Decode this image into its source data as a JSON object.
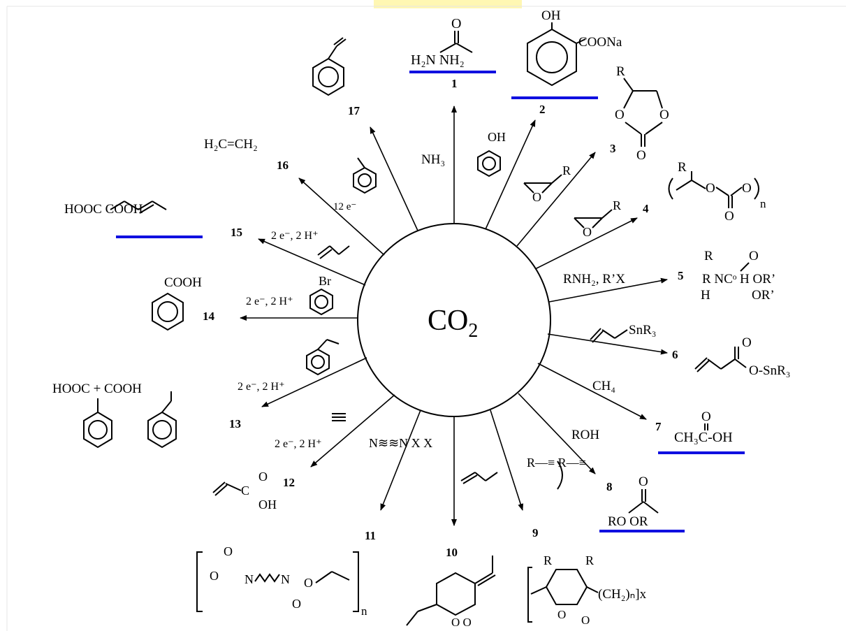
{
  "center": {
    "label": "CO2",
    "main": "CO",
    "sub": "2"
  },
  "highlight_color": "#fff7b3",
  "underline_color": "#1010e0",
  "products": [
    {
      "num": "1",
      "formula": "H₂N  NH₂",
      "sub_label": "O",
      "reagent": "NH₃",
      "underlined": true
    },
    {
      "num": "2",
      "formula": "COONa",
      "sub_label": "OH",
      "reagent": "OH",
      "underlined": true
    },
    {
      "num": "3",
      "formula": "R",
      "reagent": "R",
      "underlined": false
    },
    {
      "num": "4",
      "formula": "n",
      "reagent": "R",
      "underlined": false
    },
    {
      "num": "5",
      "formula": "R   NCᵒ  H    OR’",
      "reagent": "RNH₂, R’X",
      "underlined": false
    },
    {
      "num": "6",
      "formula": "O-SnR₃",
      "reagent": "SnR₃",
      "underlined": false
    },
    {
      "num": "7",
      "formula": "CH₃C-OH",
      "sub_label": "O",
      "reagent": "CH₄",
      "underlined": true
    },
    {
      "num": "8",
      "formula": "RO   OR",
      "sub_label": "O",
      "reagent": "ROH",
      "underlined": true
    },
    {
      "num": "9",
      "formula": "(CH₂)ₙ]x",
      "reagent": "R—≡  R—≡",
      "underlined": false
    },
    {
      "num": "10",
      "formula": "O  O",
      "reagent": "",
      "underlined": false
    },
    {
      "num": "11",
      "formula": "n",
      "reagent": "N≋≋N   X   X",
      "underlined": false
    },
    {
      "num": "12",
      "formula": "OH",
      "sub_label": "O",
      "reagent": "2 e⁻, 2 H⁺",
      "underlined": false
    },
    {
      "num": "13",
      "formula": "HOOC  +  COOH",
      "reagent": "2 e⁻, 2 H⁺",
      "underlined": false
    },
    {
      "num": "14",
      "formula": "COOH",
      "reagent": "2 e⁻, 2 H⁺",
      "reagent2": "Br",
      "underlined": false
    },
    {
      "num": "15",
      "formula": "HOOC       COOH",
      "reagent": "2 e⁻, 2 H⁺",
      "underlined": true
    },
    {
      "num": "16",
      "formula": "H₂C=CH₂",
      "reagent": "12 e⁻",
      "underlined": false
    },
    {
      "num": "17",
      "formula": "",
      "reagent": "",
      "underlined": false
    }
  ]
}
